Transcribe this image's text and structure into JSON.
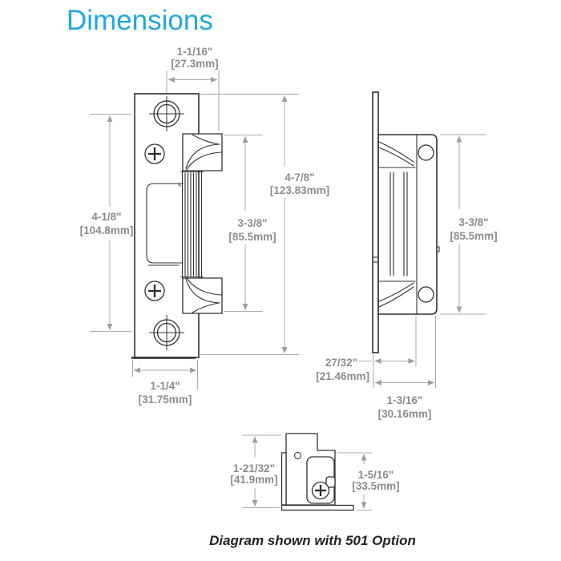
{
  "title": "Dimensions",
  "caption": "Diagram shown with 501 Option",
  "colors": {
    "title": "#1FA8E0",
    "dimension_text": "#8C8C8C",
    "dimension_line": "#ABABAB",
    "part_line": "#303030",
    "background": "#FFFFFF"
  },
  "views": {
    "front": {
      "dims": {
        "top_width": {
          "in": "1-1/16\"",
          "mm": "[27.3mm]"
        },
        "screw_spacing": {
          "in": "4-1/8\"",
          "mm": "[104.8mm]"
        },
        "keeper_height": {
          "in": "3-3/8\"",
          "mm": "[85.5mm]"
        },
        "faceplate_height": {
          "in": "4-7/8\"",
          "mm": "[123.83mm]"
        },
        "faceplate_width": {
          "in": "1-1/4\"",
          "mm": "[31.75mm]"
        }
      }
    },
    "side": {
      "dims": {
        "body_height": {
          "in": "3-3/8\"",
          "mm": "[85.5mm]"
        },
        "lip_depth": {
          "in": "27/32\"",
          "mm": "[21.46mm]"
        },
        "total_depth": {
          "in": "1-3/16\"",
          "mm": "[30.16mm]"
        }
      }
    },
    "bottom": {
      "dims": {
        "body_depth": {
          "in": "1-21/32\"",
          "mm": "[41.9mm]"
        },
        "body_width": {
          "in": "1-5/16\"",
          "mm": "[33.5mm]"
        }
      }
    }
  }
}
